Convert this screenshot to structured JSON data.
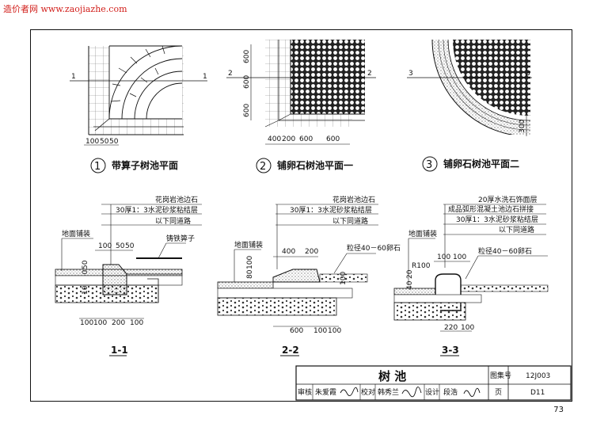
{
  "watermark": "造价者网 www.zaojiazhe.com",
  "plans": [
    {
      "num": "1",
      "title": "带算子树池平面",
      "cut": "1",
      "dims": [
        "100",
        "50",
        "50"
      ]
    },
    {
      "num": "2",
      "title": "铺卵石树池平面一",
      "cut": "2",
      "dims": [
        "400",
        "200",
        "600",
        "600"
      ],
      "vdims": [
        "600",
        "600",
        "600"
      ]
    },
    {
      "num": "3",
      "title": "铺卵石树池平面二",
      "cut": "3",
      "dims": [
        "300"
      ]
    }
  ],
  "sections": {
    "s1": {
      "name": "1-1",
      "notes": [
        "花岗岩池边石",
        "30厚1：3水泥砂浆粘结层",
        "以下同道路"
      ],
      "paving": "地面铺装",
      "grate": "铸铁箅子",
      "top_dims": [
        "100",
        "50",
        "50"
      ],
      "side_dims": [
        "10",
        "150",
        "50"
      ],
      "bottom_dims": [
        "100",
        "100",
        "200",
        "100"
      ]
    },
    "s2": {
      "name": "2-2",
      "notes": [
        "花岗岩池边石",
        "30厚1：3水泥砂浆粘结层",
        "以下同道路"
      ],
      "paving": "地面铺装",
      "stone": "粒径40－60卵石",
      "top_dims": [
        "400",
        "200"
      ],
      "side_dims": [
        "80",
        "100"
      ],
      "right_dim": "100",
      "bottom_dims": [
        "600",
        "100",
        "100"
      ]
    },
    "s3": {
      "name": "3-3",
      "notes": [
        "20厚水洗石饰面层",
        "成品弧形混凝土池边石拼接",
        "30厚1：3水泥砂浆粘结层",
        "以下同道路"
      ],
      "paving": "地面铺装",
      "stone": "粒径40－60卵石",
      "radius": "R100",
      "top_dims": [
        "100",
        "100"
      ],
      "side_dims": [
        "40",
        "20"
      ],
      "bottom_dims": [
        "220",
        "100"
      ]
    }
  },
  "title_block": {
    "title": "树 池",
    "atlas_label": "图集号",
    "atlas_no": "12J003",
    "page_label": "页",
    "page_no": "D11",
    "review_label": "审核",
    "reviewer": "朱爱霞",
    "check_label": "校对",
    "checker": "韩秀兰",
    "design_label": "设计",
    "designer": "段浩"
  },
  "page_number": "73"
}
